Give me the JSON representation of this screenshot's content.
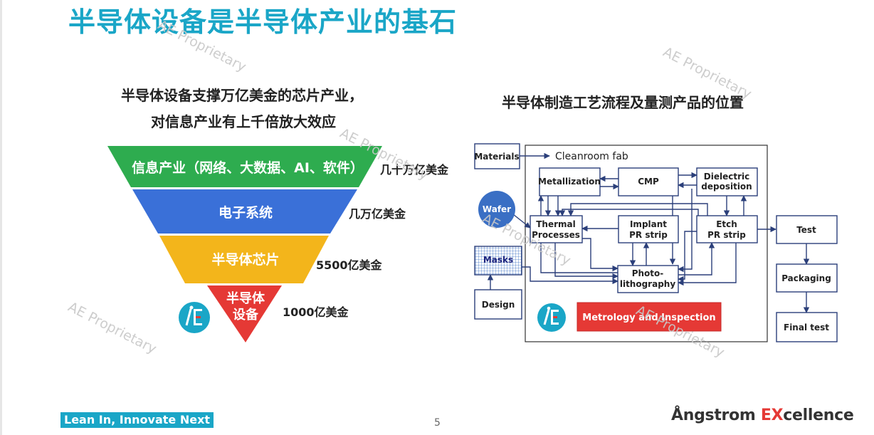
{
  "title": "半导体设备是半导体产业的基石",
  "left": {
    "subtitle_line1": "半导体设备支撑万亿美金的芯片产业，",
    "subtitle_line2": "对信息产业有上千倍放大效应",
    "pyramid": [
      {
        "label": "信息产业（网络、大数据、AI、软件）",
        "value": "几十万亿美金",
        "color": "#2eac4f"
      },
      {
        "label": "电子系统",
        "value": "几万亿美金",
        "color": "#3a70d8"
      },
      {
        "label": "半导体芯片",
        "value": "5500亿美金",
        "color": "#f3b51b"
      },
      {
        "label_line1": "半导体",
        "label_line2": "设备",
        "value": "1000亿美金",
        "color": "#e53935"
      }
    ]
  },
  "right": {
    "subtitle": "半导体制造工艺流程及量测产品的位置",
    "cleanroom_label": "Cleanroom fab",
    "boxes": {
      "materials": "Materials",
      "metallization": "Metallization",
      "cmp": "CMP",
      "dielectric_1": "Dielectric",
      "dielectric_2": "deposition",
      "thermal_1": "Thermal",
      "thermal_2": "Processes",
      "implant_1": "Implant",
      "implant_2": "PR strip",
      "etch_1": "Etch",
      "etch_2": "PR strip",
      "photo_1": "Photo-",
      "photo_2": "lithography",
      "wafer": "Wafer",
      "masks": "Masks",
      "design": "Design",
      "test": "Test",
      "packaging": "Packaging",
      "final_test": "Final test",
      "metrology": "Metrology and Inspection"
    }
  },
  "watermark": "AE Proprietary",
  "footer": {
    "tagline": "Lean In, Innovate Next",
    "page_number": "5",
    "brand_main": "Ångstrom ",
    "brand_ex": "EX",
    "brand_rest": "cellence"
  },
  "colors": {
    "accent": "#1aa6c7",
    "flow_line": "#2b3f7a",
    "metrology": "#e53935",
    "wafer": "#3a6fc4"
  }
}
